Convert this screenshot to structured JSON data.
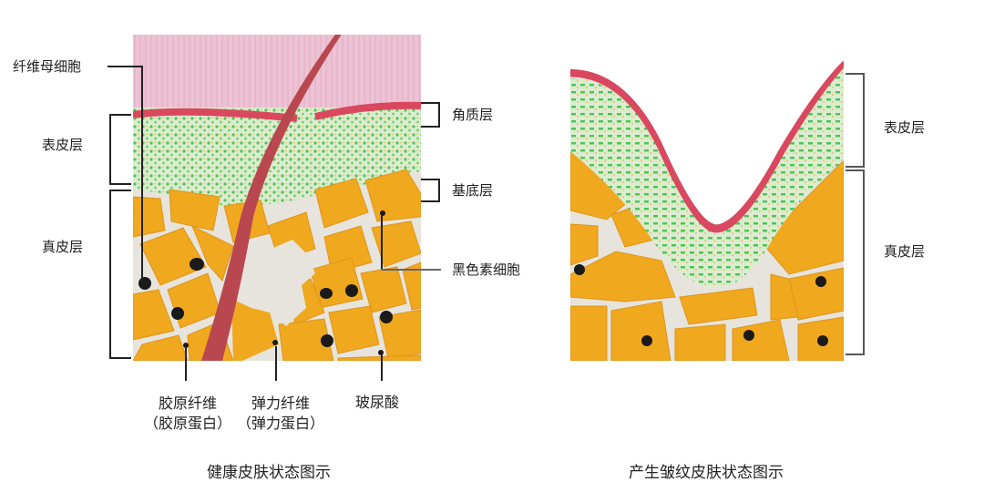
{
  "healthy": {
    "caption": "健康皮肤状态图示",
    "labels": {
      "fibroblast": "纤维母细胞",
      "epidermis": "表皮层",
      "dermis": "真皮层",
      "stratum_corneum": "角质层",
      "basal_layer": "基底层",
      "melanocyte": "黑色素细胞",
      "collagen_line1": "胶原纤维",
      "collagen_line2": "（胶原蛋白）",
      "elastin_line1": "弹力纤维",
      "elastin_line2": "（弹力蛋白）",
      "hyaluronic": "玻尿酸"
    }
  },
  "wrinkled": {
    "caption": "产生皱纹皮肤状态图示",
    "labels": {
      "epidermis": "表皮层",
      "dermis": "真皮层"
    }
  },
  "colors": {
    "pink_surface": "#e9bcd0",
    "corneum_red": "#d9485f",
    "epidermis_green_bg": "#dbeccf",
    "green_dots": "#4fc45a",
    "dermis_orange": "#f0a81e",
    "matrix_gray": "#e6e4dc",
    "hair": "#b8474f",
    "nucleus": "#1a1a1a"
  }
}
